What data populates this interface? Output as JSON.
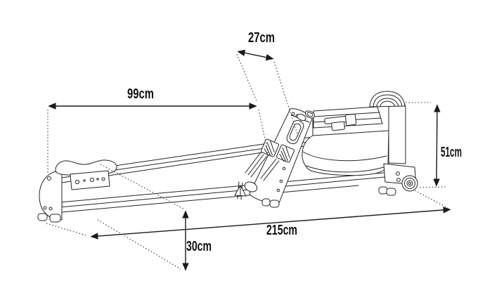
{
  "diagram": {
    "background_color": "#ffffff",
    "line_color": "#242424",
    "label_color": "#111111",
    "labels": {
      "footboard_width": "27cm",
      "front_section_length": "99cm",
      "overall_height": "51cm",
      "overall_length": "215cm",
      "rail_height": "30cm"
    }
  }
}
